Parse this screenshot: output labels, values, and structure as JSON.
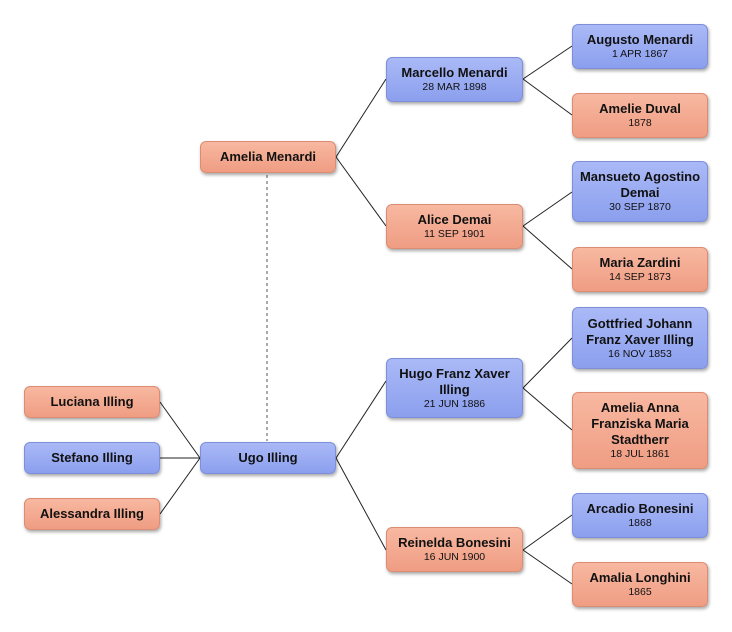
{
  "people": {
    "amelia_menardi": {
      "name": "Amelia Menardi",
      "date": ""
    },
    "ugo_illing": {
      "name": "Ugo Illing",
      "date": ""
    },
    "luciana_illing": {
      "name": "Luciana Illing",
      "date": ""
    },
    "stefano_illing": {
      "name": "Stefano Illing",
      "date": ""
    },
    "alessandra_illing": {
      "name": "Alessandra Illing",
      "date": ""
    },
    "marcello_menardi": {
      "name": "Marcello Menardi",
      "date": "28 MAR 1898"
    },
    "alice_demai": {
      "name": "Alice Demai",
      "date": "11 SEP 1901"
    },
    "hugo_illing": {
      "name": "Hugo Franz Xaver Illing",
      "date": "21 JUN 1886"
    },
    "reinelda_bonesini": {
      "name": "Reinelda Bonesini",
      "date": "16 JUN 1900"
    },
    "augusto_menardi": {
      "name": "Augusto Menardi",
      "date": "1 APR 1867"
    },
    "amelie_duval": {
      "name": "Amelie Duval",
      "date": "1878"
    },
    "mansueto_demai": {
      "name": "Mansueto Agostino Demai",
      "date": "30 SEP 1870"
    },
    "maria_zardini": {
      "name": "Maria Zardini",
      "date": "14 SEP 1873"
    },
    "gottfried_illing": {
      "name": "Gottfried Johann Franz  Xaver Illing",
      "date": "16 NOV 1853"
    },
    "amelia_stadtherr": {
      "name": "Amelia Anna Franziska Maria Stadtherr",
      "date": "18 JUL 1861"
    },
    "arcadio_bonesini": {
      "name": "Arcadio Bonesini",
      "date": "1868"
    },
    "amalia_longhini": {
      "name": "Amalia Longhini",
      "date": "1865"
    }
  },
  "colors": {
    "male": "#8b9fee",
    "female": "#ef9d83",
    "line": "#222222"
  }
}
